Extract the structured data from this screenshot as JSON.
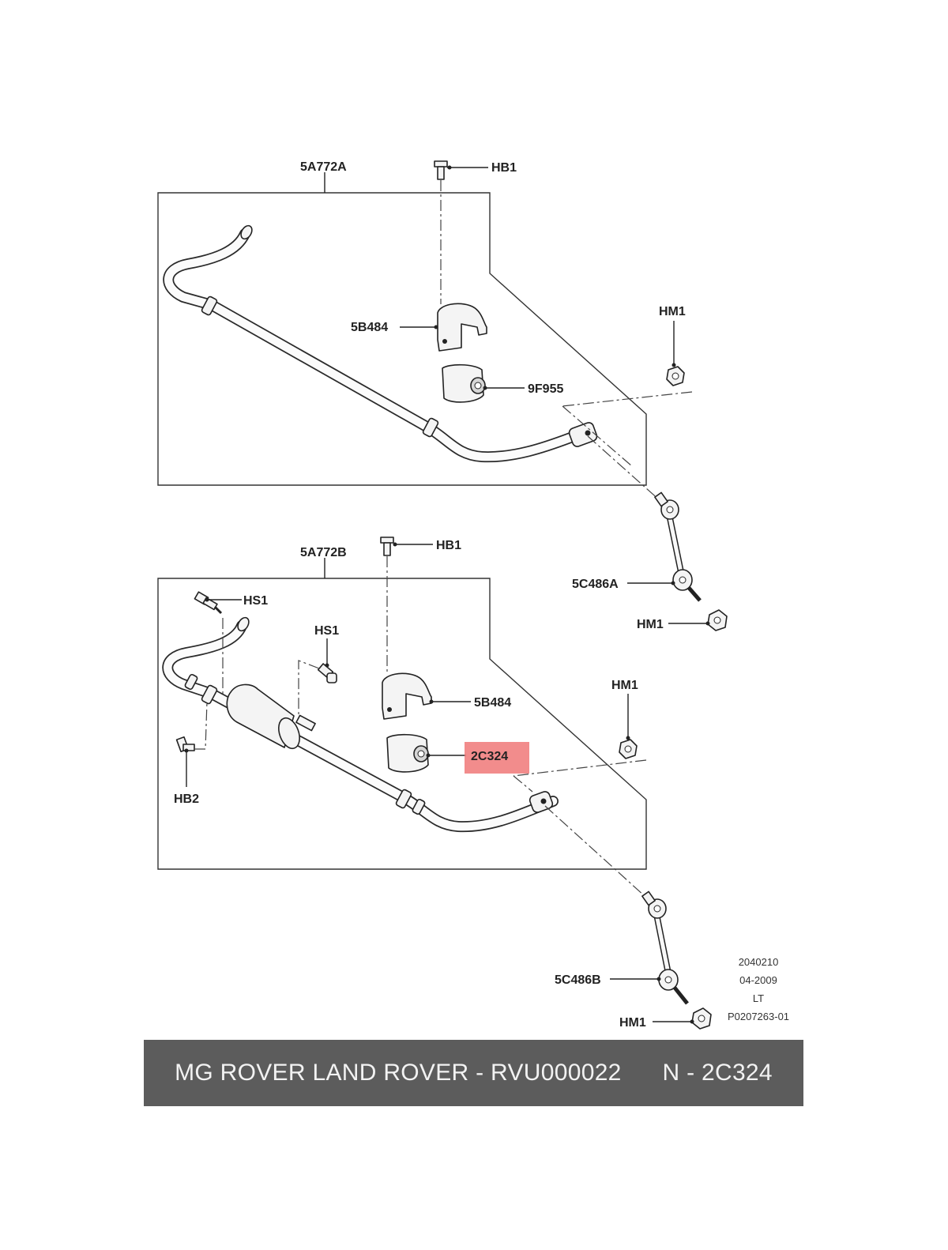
{
  "labels": {
    "bar_upper": "5A772A",
    "bolt_upper": "HB1",
    "bracket_upper": "5B484",
    "bushing_upper": "9F955",
    "nut_upper_top": "HM1",
    "link_a": "5C486A",
    "nut_link_a": "HM1",
    "bar_lower": "5A772B",
    "bolt_lower": "HB1",
    "screw_left": "HS1",
    "screw_mid": "HS1",
    "bracket_lower": "5B484",
    "bushing_lower": "2C324",
    "nut_lower_top": "HM1",
    "bolt_hb2": "HB2",
    "link_b": "5C486B",
    "nut_link_b": "HM1"
  },
  "meta": {
    "code": "2040210",
    "date": "04-2009",
    "side": "LT",
    "ref": "P0207263-01"
  },
  "highlight": {
    "part": "2C324",
    "color": "#f07878"
  },
  "footer": {
    "text": "MG ROVER LAND ROVER - RVU000022      N - 2C324",
    "background": "#5c5c5c"
  }
}
